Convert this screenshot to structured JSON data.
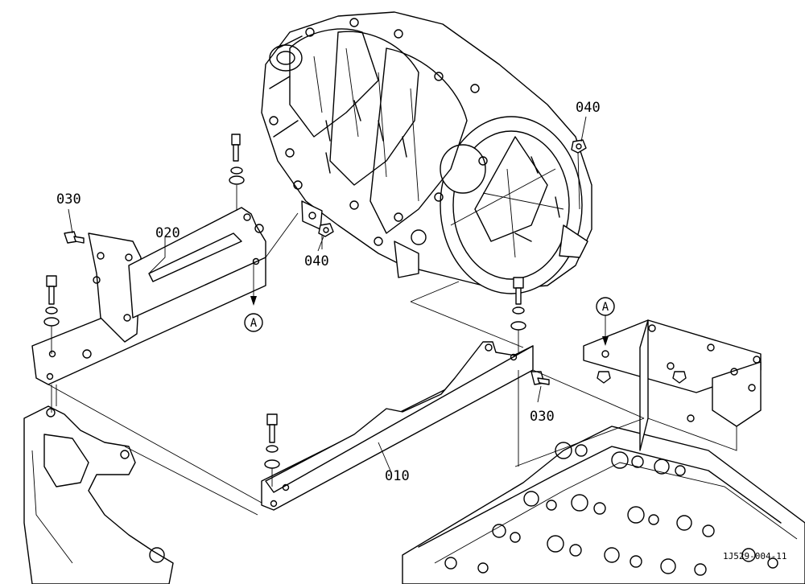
{
  "callouts": {
    "c010": "010",
    "c020": "020",
    "c030_left": "030",
    "c030_right": "030",
    "c040_top": "040",
    "c040_mid": "040"
  },
  "refs": {
    "a_left": "A",
    "a_right": "A"
  },
  "drawing_code": "1J529-004-11"
}
